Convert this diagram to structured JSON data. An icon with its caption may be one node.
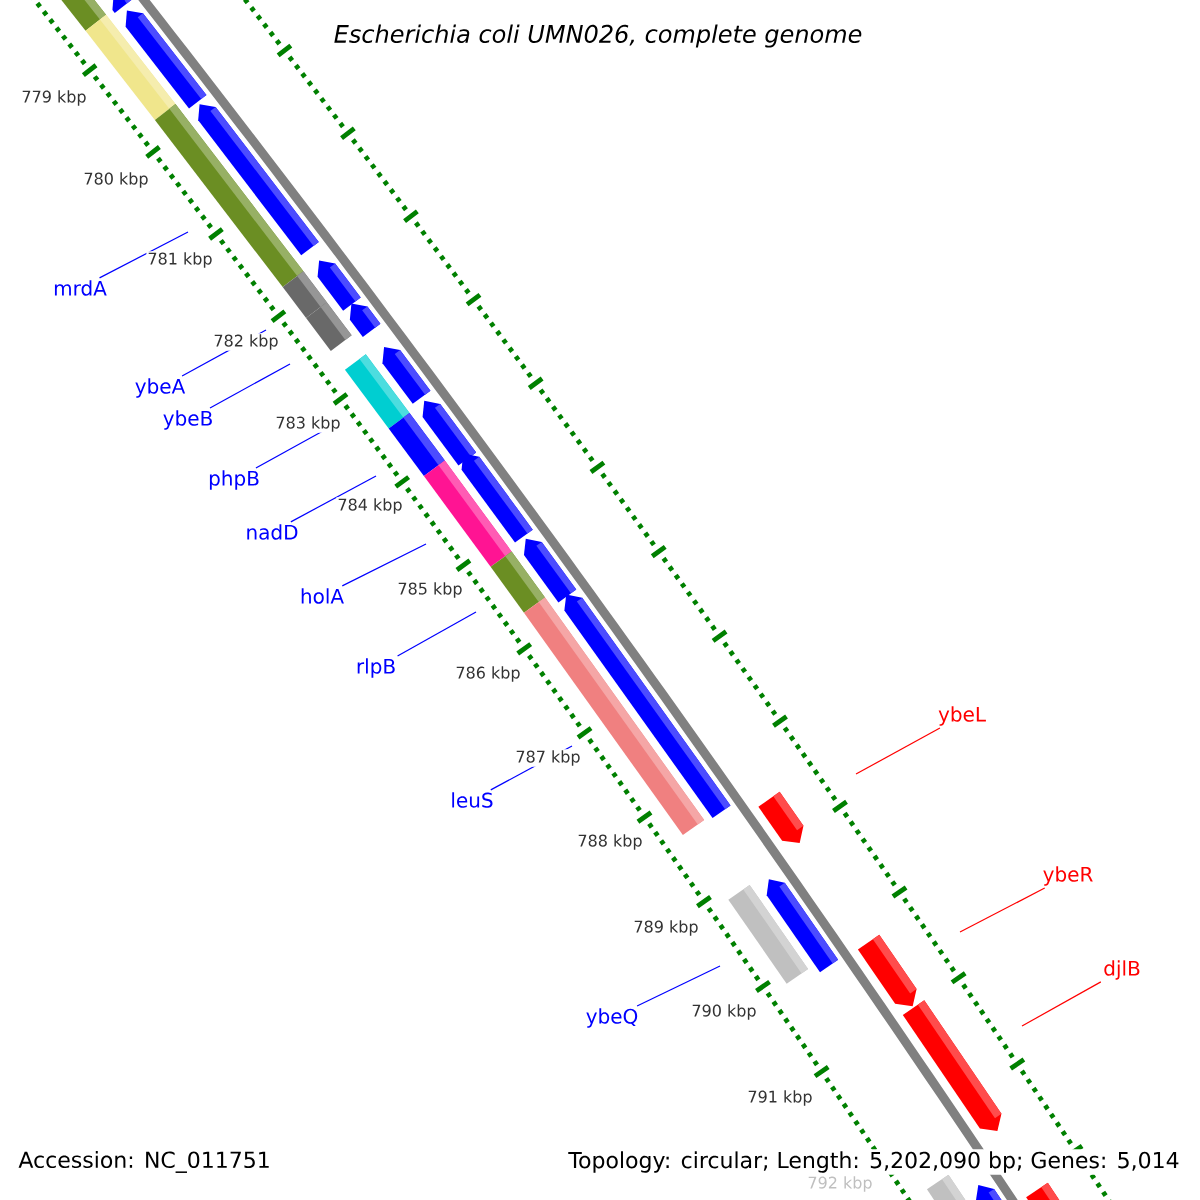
{
  "diagram": {
    "title": "Escherichia coli UMN026, complete genome",
    "nodes": [
      {
        "text": [
          "mrdA"
        ]
      },
      {
        "text": [
          "ybeA"
        ]
      },
      {
        "text": [
          "ybeB"
        ]
      },
      {
        "text": [
          "phpB"
        ]
      },
      {
        "text": [
          "nadD"
        ]
      },
      {
        "text": [
          "holA"
        ]
      },
      {
        "text": [
          "rlpB"
        ]
      },
      {
        "text": [
          "leuS"
        ]
      },
      {
        "text": [
          "ybeQ"
        ]
      },
      {
        "text": [
          "ybeL"
        ]
      },
      {
        "text": [
          "ybeR"
        ]
      },
      {
        "text": [
          "djlB"
        ]
      },
      {
        "text": [],
        "shape": "bar"
      },
      {
        "text": [],
        "shape": "bar"
      },
      {
        "text": [],
        "shape": "bar"
      },
      {
        "text": [],
        "shape": "bar"
      },
      {
        "text": [],
        "shape": "bar"
      },
      {
        "text": [],
        "shape": "bar"
      },
      {
        "text": [],
        "shape": "bar"
      },
      {
        "text": [],
        "shape": "bar"
      },
      {
        "text": [],
        "shape": "bar"
      },
      {
        "text": [],
        "shape": "bar"
      },
      {
        "text": [],
        "shape": "bar"
      },
      {
        "text": [],
        "shape": "bar"
      },
      {
        "text": [],
        "shape": "bar"
      },
      {
        "text": [],
        "shape": "bar"
      },
      {
        "text": [],
        "shape": "bar"
      },
      {
        "text": [],
        "shape": "bar"
      },
      {
        "text": [],
        "shape": "bar"
      },
      {
        "text": [],
        "shape": "bar"
      },
      {
        "text": [],
        "shape": "bar"
      },
      {
        "text": [],
        "shape": "bar"
      },
      {
        "text": [],
        "shape": "bar"
      },
      {
        "text": [],
        "shape": "bar"
      },
      {
        "text": [],
        "shape": "bar"
      },
      {
        "text": [],
        "shape": "bar"
      },
      {
        "text": [],
        "shape": "bar"
      },
      {
        "text": [],
        "shape": "bar"
      },
      {
        "text": [],
        "shape": "bar"
      },
      {
        "text": [],
        "shape": "bar"
      }
    ],
    "edges": [
      {
        "from": 0,
        "to": 12,
        "arrow": "none"
      },
      {
        "from": 1,
        "to": 13,
        "arrow": "none"
      },
      {
        "from": 2,
        "to": 14,
        "arrow": "none"
      },
      {
        "from": 3,
        "to": 15,
        "arrow": "none"
      },
      {
        "from": 4,
        "to": 16,
        "arrow": "none"
      },
      {
        "from": 5,
        "to": 17,
        "arrow": "none"
      },
      {
        "from": 6,
        "to": 18,
        "arrow": "none"
      },
      {
        "from": 7,
        "to": 19,
        "arrow": "none"
      },
      {
        "from": 8,
        "to": 20,
        "arrow": "none"
      },
      {
        "from": 9,
        "to": 21,
        "arrow": "none",
        "color": "#ff0000"
      },
      {
        "from": 10,
        "to": 22,
        "arrow": "none",
        "color": "#ff0000"
      },
      {
        "from": 11,
        "to": 23,
        "arrow": "none",
        "color": "#ff0000"
      }
    ],
    "labels": [
      "779 kbp",
      "780 kbp",
      "781 kbp",
      "782 kbp",
      "783 kbp",
      "784 kbp",
      "785 kbp",
      "786 kbp",
      "787 kbp",
      "788 kbp",
      "789 kbp",
      "790 kbp",
      "791 kbp",
      "792 kbp",
      "Accession: NC_011751",
      "Topology: circular; Length: 5,202,090 bp; Genes: 5,014"
    ]
  }
}
